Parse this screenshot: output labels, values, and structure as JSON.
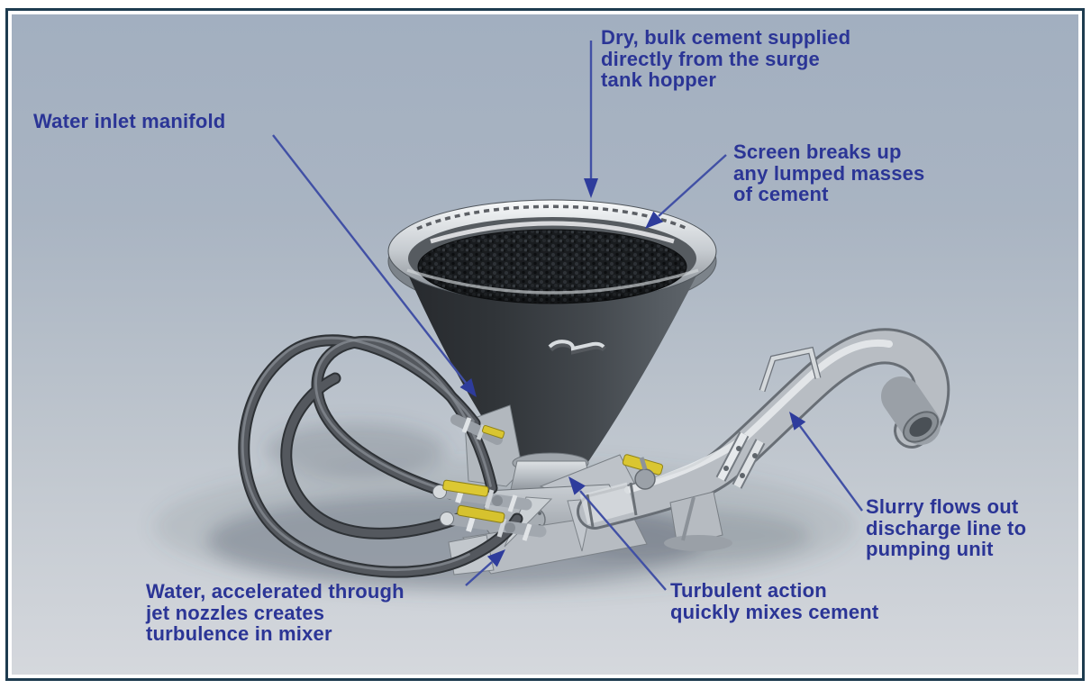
{
  "callouts": {
    "dry_cement": {
      "text": "Dry, bulk cement supplied\ndirectly from the surge\ntank hopper"
    },
    "water_inlet_manifold": {
      "text": "Water inlet manifold"
    },
    "screen": {
      "text": "Screen breaks up\nany lumped masses\nof cement"
    },
    "slurry_discharge": {
      "text": "Slurry flows out\ndischarge line to\npumping unit"
    },
    "water_jet_nozzles": {
      "text": "Water, accelerated through\njet nozzles creates\nturbulence in mixer"
    },
    "turbulent_action": {
      "text": "Turbulent action\nquickly mixes cement"
    }
  },
  "colors": {
    "label_text": "#2b3596",
    "leader_line": "#4150a5",
    "arrowhead": "#2e3c9c",
    "frame_border": "#1e3c50",
    "background_top": "#a2afc0",
    "background_bottom": "#d5d8dd",
    "hopper_cone": "#3b3f44",
    "cement_fill": "#1a1d20",
    "metal_gray": "#b8bdc3",
    "valve_yellow": "#dcc832"
  }
}
